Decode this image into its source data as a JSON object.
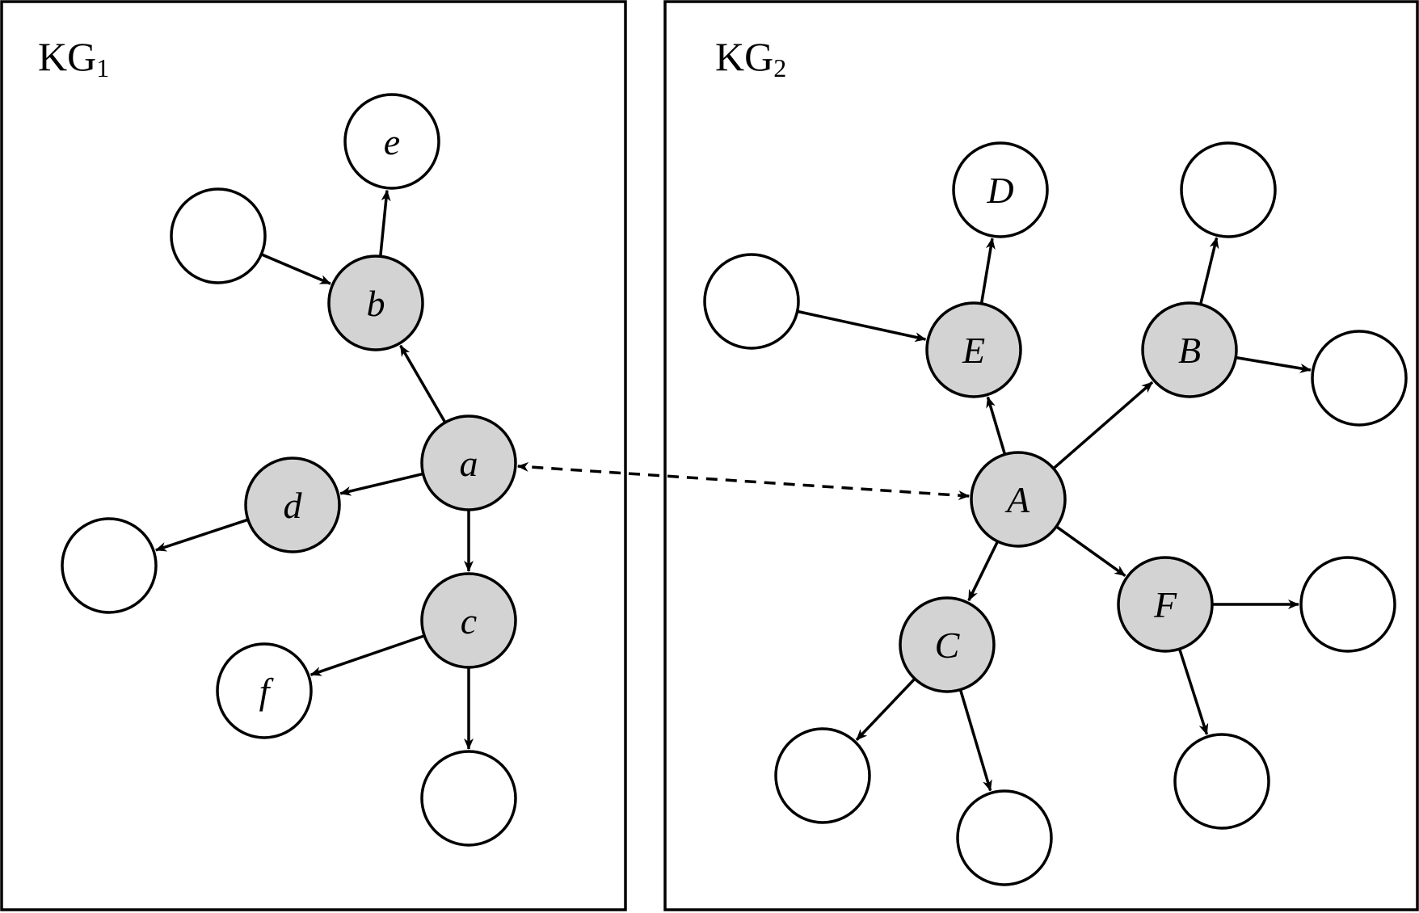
{
  "colors": {
    "highlighted_node": "#d3d3d3",
    "plain_node": "#ffffff",
    "stroke": "#000000"
  },
  "panels": [
    {
      "id": "kg1",
      "title": "KG",
      "subscript": "1"
    },
    {
      "id": "kg2",
      "title": "KG",
      "subscript": "2"
    }
  ],
  "nodes": [
    {
      "id": "e",
      "label": "e",
      "highlighted": false,
      "graph": "KG1"
    },
    {
      "id": "u1",
      "label": "",
      "highlighted": false,
      "graph": "KG1"
    },
    {
      "id": "b",
      "label": "b",
      "highlighted": true,
      "graph": "KG1"
    },
    {
      "id": "a",
      "label": "a",
      "highlighted": true,
      "graph": "KG1"
    },
    {
      "id": "d",
      "label": "d",
      "highlighted": true,
      "graph": "KG1"
    },
    {
      "id": "u2",
      "label": "",
      "highlighted": false,
      "graph": "KG1"
    },
    {
      "id": "c",
      "label": "c",
      "highlighted": true,
      "graph": "KG1"
    },
    {
      "id": "f",
      "label": "f",
      "highlighted": false,
      "graph": "KG1"
    },
    {
      "id": "u3",
      "label": "",
      "highlighted": false,
      "graph": "KG1"
    },
    {
      "id": "D",
      "label": "D",
      "highlighted": false,
      "graph": "KG2"
    },
    {
      "id": "U4",
      "label": "",
      "highlighted": false,
      "graph": "KG2"
    },
    {
      "id": "E",
      "label": "E",
      "highlighted": true,
      "graph": "KG2"
    },
    {
      "id": "U5",
      "label": "",
      "highlighted": false,
      "graph": "KG2"
    },
    {
      "id": "B",
      "label": "B",
      "highlighted": true,
      "graph": "KG2"
    },
    {
      "id": "U6",
      "label": "",
      "highlighted": false,
      "graph": "KG2"
    },
    {
      "id": "A",
      "label": "A",
      "highlighted": true,
      "graph": "KG2"
    },
    {
      "id": "F",
      "label": "F",
      "highlighted": true,
      "graph": "KG2"
    },
    {
      "id": "U7",
      "label": "",
      "highlighted": false,
      "graph": "KG2"
    },
    {
      "id": "C",
      "label": "C",
      "highlighted": true,
      "graph": "KG2"
    },
    {
      "id": "U8",
      "label": "",
      "highlighted": false,
      "graph": "KG2"
    },
    {
      "id": "U9",
      "label": "",
      "highlighted": false,
      "graph": "KG2"
    },
    {
      "id": "U10",
      "label": "",
      "highlighted": false,
      "graph": "KG2"
    }
  ],
  "edges": [
    {
      "from": "u1",
      "to": "b"
    },
    {
      "from": "b",
      "to": "e"
    },
    {
      "from": "a",
      "to": "b"
    },
    {
      "from": "a",
      "to": "d"
    },
    {
      "from": "d",
      "to": "u2"
    },
    {
      "from": "a",
      "to": "c"
    },
    {
      "from": "c",
      "to": "f"
    },
    {
      "from": "c",
      "to": "u3"
    },
    {
      "from": "U4",
      "to": "E"
    },
    {
      "from": "E",
      "to": "D"
    },
    {
      "from": "A",
      "to": "E"
    },
    {
      "from": "A",
      "to": "B"
    },
    {
      "from": "B",
      "to": "U5"
    },
    {
      "from": "B",
      "to": "U6"
    },
    {
      "from": "A",
      "to": "C"
    },
    {
      "from": "A",
      "to": "F"
    },
    {
      "from": "F",
      "to": "U7"
    },
    {
      "from": "F",
      "to": "U10"
    },
    {
      "from": "C",
      "to": "U8"
    },
    {
      "from": "C",
      "to": "U9"
    },
    {
      "from": "A",
      "to": "a",
      "dashed": true,
      "bidirectional": true
    }
  ]
}
